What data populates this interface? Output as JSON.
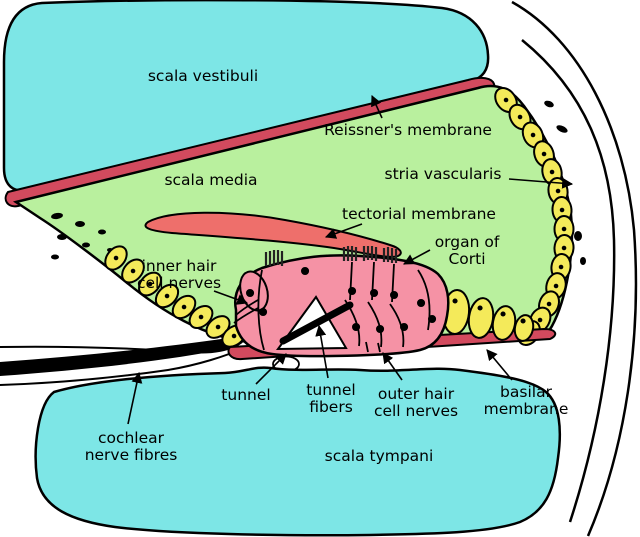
{
  "labels": {
    "scala_vestibuli": "scala vestibuli",
    "reissners_membrane": "Reissner's membrane",
    "scala_media": "scala media",
    "stria_vascularis": "stria vascularis",
    "tectorial_membrane": "tectorial membrane",
    "organ_of_corti_1": "organ of",
    "organ_of_corti_2": "Corti",
    "inner_hair_1": "inner hair",
    "inner_hair_2": "cell nerves",
    "tunnel": "tunnel",
    "tunnel_fibers_1": "tunnel",
    "tunnel_fibers_2": "fibers",
    "outer_hair_1": "outer hair",
    "outer_hair_2": "cell nerves",
    "basilar_1": "basilar",
    "basilar_2": "membrane",
    "cochlear_1": "cochlear",
    "cochlear_2": "nerve fibres",
    "scala_tympani": "scala tympani"
  },
  "colors": {
    "cyan": "#7de6e6",
    "green": "#b9f09e",
    "membrane_red": "#d24a5e",
    "tectorial": "#ee6f6b",
    "organ_pink": "#f592a5",
    "yellow": "#f4ea5a",
    "nerve_black": "#000000",
    "background": "#ffffff"
  }
}
